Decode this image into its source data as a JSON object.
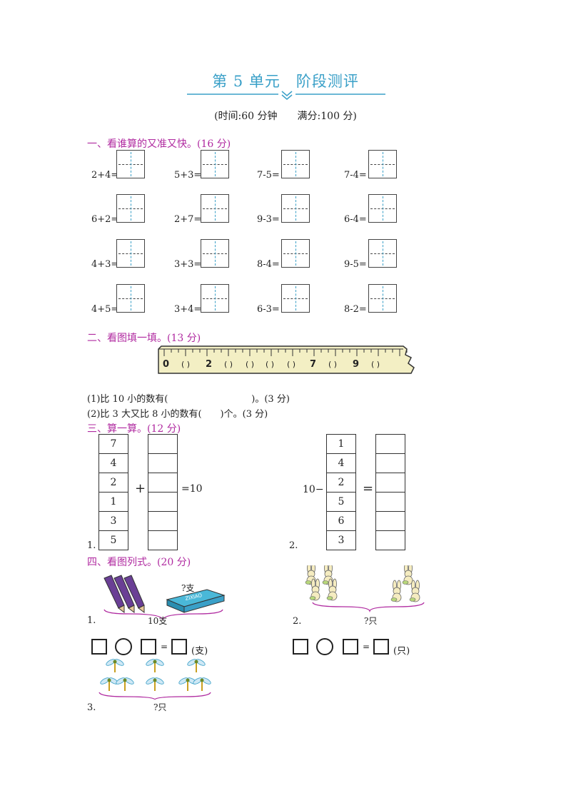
{
  "header": {
    "title": "第 5 单元　阶段测评",
    "subtitle": "(时间:60 分钟　　满分:100 分)"
  },
  "section1": {
    "heading": "一、看谁算的又准又快。(16 分)",
    "problems": [
      "2+4=",
      "5+3=",
      "7-5=",
      "7-4=",
      "6+2=",
      "2+7=",
      "9-3=",
      "6-4=",
      "4+3=",
      "3+3=",
      "8-4=",
      "9-5=",
      "4+5=",
      "3+4=",
      "6-3=",
      "8-2="
    ]
  },
  "section2": {
    "heading": "二、看图填一填。(13 分)",
    "ruler_labels": [
      "0",
      "(  )",
      "2",
      "(  )",
      "(  )",
      "(  )",
      "(  )",
      "7",
      "(  )",
      "9",
      "(  )"
    ],
    "q1": "(1)比 10 小的数有(　　　　　　　　　)。(3 分)",
    "q2": "(2)比 3 大又比 8 小的数有(　　)个。(3 分)"
  },
  "section3": {
    "heading": "三、算一算。(12 分)",
    "p1": {
      "num": "1.",
      "values": [
        "7",
        "4",
        "2",
        "1",
        "3",
        "5"
      ],
      "plus": "+",
      "result": "=10"
    },
    "p2": {
      "num": "2.",
      "prefix": "10−",
      "values": [
        "1",
        "4",
        "2",
        "5",
        "6",
        "3"
      ],
      "eq": "="
    }
  },
  "section4": {
    "heading": "四、看图列式。(20 分)",
    "p1": {
      "num": "1.",
      "total": "10支",
      "question": "?支",
      "box_label": "ZIXIAO",
      "unit": "(支)",
      "eq": "="
    },
    "p2": {
      "num": "2.",
      "question": "?只",
      "unit": "(只)",
      "eq": "="
    },
    "p3": {
      "num": "3.",
      "question": "?只"
    }
  }
}
